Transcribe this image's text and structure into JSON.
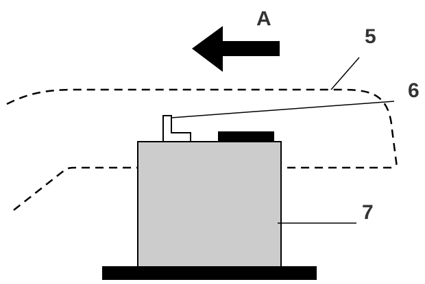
{
  "labels": {
    "direction": "A",
    "part_5": "5",
    "part_6": "6",
    "part_7": "7"
  },
  "colors": {
    "line": "#000000",
    "block_fill": "#cccccc",
    "base": "#000000",
    "label": "#333333"
  }
}
